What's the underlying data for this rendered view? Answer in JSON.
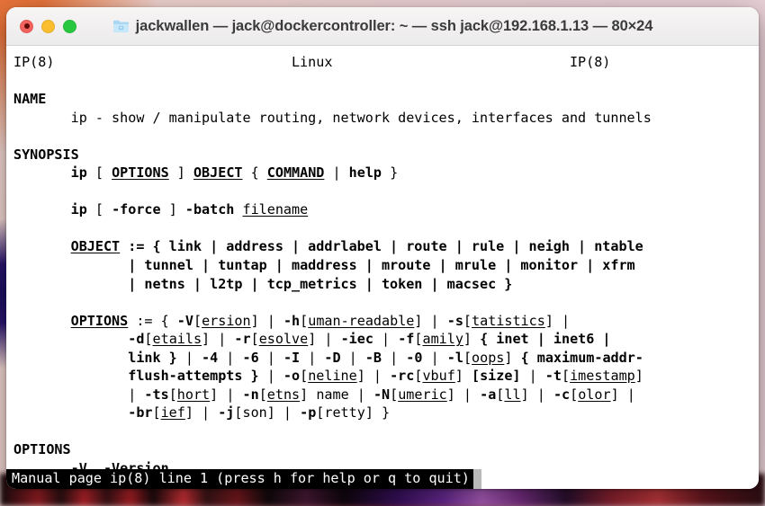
{
  "window": {
    "title": "jackwallen — jack@dockercontroller: ~ — ssh jack@192.168.1.13 — 80×24",
    "icon": "folder-icon",
    "traffic_lights": {
      "close": "close-button",
      "minimize": "minimize-button",
      "zoom": "zoom-button"
    },
    "colors": {
      "close": "#f4625e",
      "minimize": "#f9bd2e",
      "zoom": "#28c740",
      "terminal_bg": "#ffffff",
      "terminal_fg": "#000000",
      "titlebar_bg": "#f2f0f0"
    }
  },
  "terminal": {
    "cols": 80,
    "rows": 24,
    "header": {
      "left": "IP(8)",
      "center": "Linux",
      "right": "IP(8)"
    },
    "sections": {
      "name_heading": "NAME",
      "synopsis_heading": "SYNOPSIS",
      "options_heading": "OPTIONS"
    },
    "name_description": "ip - show / manipulate routing, network devices, interfaces and tunnels",
    "synopsis": {
      "line_ip_options": "ip [ OPTIONS ] OBJECT { COMMAND | help }",
      "line_ip_batch": "ip [ -force ] -batch filename",
      "object_line1": "OBJECT := { link | address | addrlabel | route | rule | neigh | ntable",
      "object_line2": "| tunnel | tuntap | maddress | mroute | mrule | monitor | xfrm",
      "object_line3": "| netns | l2tp | tcp_metrics | token | macsec }",
      "options_line1": "OPTIONS := { -V[ersion] | -h[uman-readable] | -s[tatistics] |",
      "options_line2": "-d[etails] | -r[esolve] | -iec | -f[amily] { inet | inet6 |",
      "options_line3": "link } | -4 | -6 | -I | -D | -B | -0 | -l[oops] { maximum-addr-",
      "options_line4": "flush-attempts } | -o[neline] | -rc[vbuf] [size] | -t[imestamp]",
      "options_line5": "| -ts[hort] | -n[etns] name | -N[umeric] | -a[ll] | -c[olor] |",
      "options_line6": "-br[ief] | -j[son] | -p[retty] }"
    },
    "options_body": {
      "version_flags": "-V, -Version"
    },
    "status_line": {
      "text": "Manual page ip(8) line 1 (press h for help or q to quit)",
      "cursor": "block-cursor"
    }
  }
}
